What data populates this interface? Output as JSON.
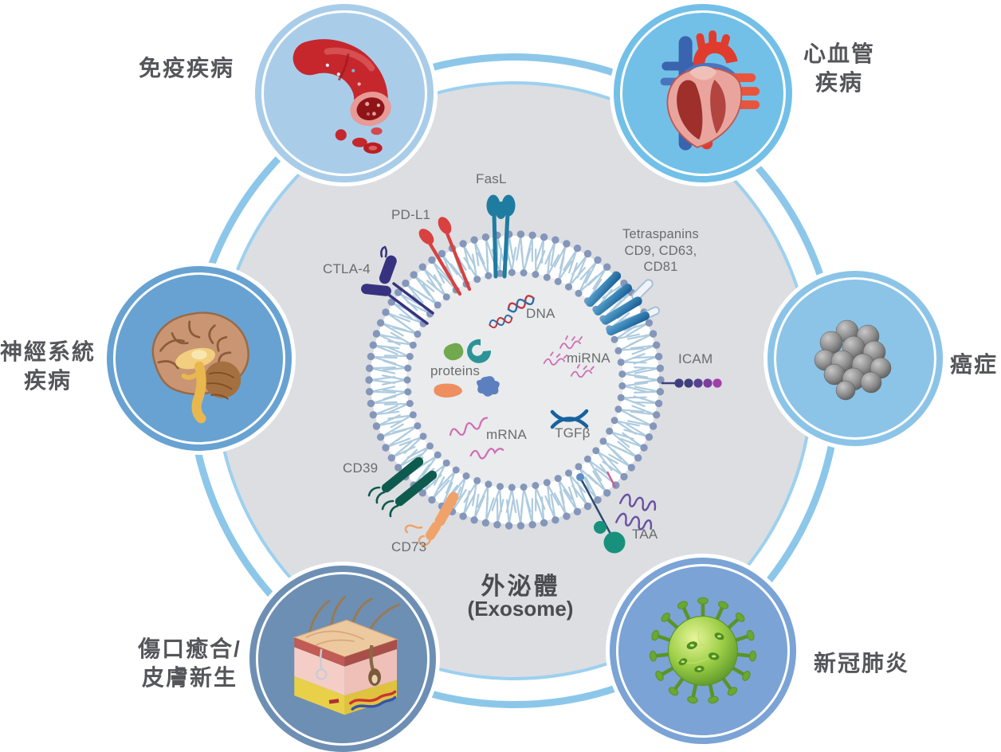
{
  "title": {
    "zh": "外泌體",
    "en": "(Exosome)"
  },
  "diseases": [
    {
      "id": "immune",
      "label": "免疫疾病",
      "icon": "blood-vessel-icon",
      "circle_color": "#a9cde9"
    },
    {
      "id": "cardiovascular",
      "label": "心血管\n疾病",
      "icon": "heart-icon",
      "circle_color": "#72c0e8"
    },
    {
      "id": "neurological",
      "label": "神經系統\n疾病",
      "icon": "brain-icon",
      "circle_color": "#68a2d2"
    },
    {
      "id": "cancer",
      "label": "癌症",
      "icon": "tumor-icon",
      "circle_color": "#8cc4e8"
    },
    {
      "id": "wound-healing",
      "label": "傷口癒合/\n皮膚新生",
      "icon": "skin-icon",
      "circle_color": "#6e8fb4"
    },
    {
      "id": "covid19",
      "label": "新冠肺炎",
      "icon": "coronavirus-icon",
      "circle_color": "#7ba3d5"
    }
  ],
  "surface_markers": {
    "fasl": {
      "label": "FasL",
      "color": "#1e7ca1"
    },
    "pdl1": {
      "label": "PD-L1",
      "color": "#d8413f"
    },
    "ctla4": {
      "label": "CTLA-4",
      "color": "#37327f"
    },
    "tetraspanins": {
      "label": "Tetraspanins\nCD9, CD63,\nCD81",
      "color": "#2a74ad"
    },
    "icam": {
      "label": "ICAM",
      "color": "#3f3f7d",
      "bead_colors": [
        "#3f3f7d",
        "#3f3f7d",
        "#58408f",
        "#7a3f9e",
        "#a040ab"
      ]
    },
    "taa": {
      "label": "TAA",
      "color": "#17917c",
      "link_color": "#2b4a6f",
      "peptide_color": "#6b50a5",
      "pink_link_color": "#d8568e"
    },
    "cd39": {
      "label": "CD39",
      "color": "#0f5a4e"
    },
    "cd73": {
      "label": "CD73",
      "color": "#f0a26b"
    }
  },
  "cargo": {
    "dna": {
      "label": "DNA",
      "strand_colors": [
        "#c03a44",
        "#2e6da4"
      ]
    },
    "mirna": {
      "label": "miRNA",
      "color": "#cf6cb4"
    },
    "mrna": {
      "label": "mRNA",
      "color": "#cf6cb4"
    },
    "proteins": {
      "label": "proteins",
      "blob_colors": [
        "#72a84e",
        "#2b9496",
        "#ef8e5e",
        "#5c7fc0"
      ]
    },
    "tgfb": {
      "label": "TGFβ",
      "color": "#16629f"
    }
  },
  "canvas": {
    "background": "#ffffff",
    "disc_color": "#dcdee1",
    "disc_border_color": "#9dd0ef",
    "outer_ring_color": "#8cc7ea",
    "exosome_interior_color": "#e9ebec",
    "membrane_dot_color": "#8496ba",
    "membrane_tail_color": "#aecbdf",
    "label_color_zh": "#55565a",
    "label_color_en": "#6b6c6e"
  }
}
